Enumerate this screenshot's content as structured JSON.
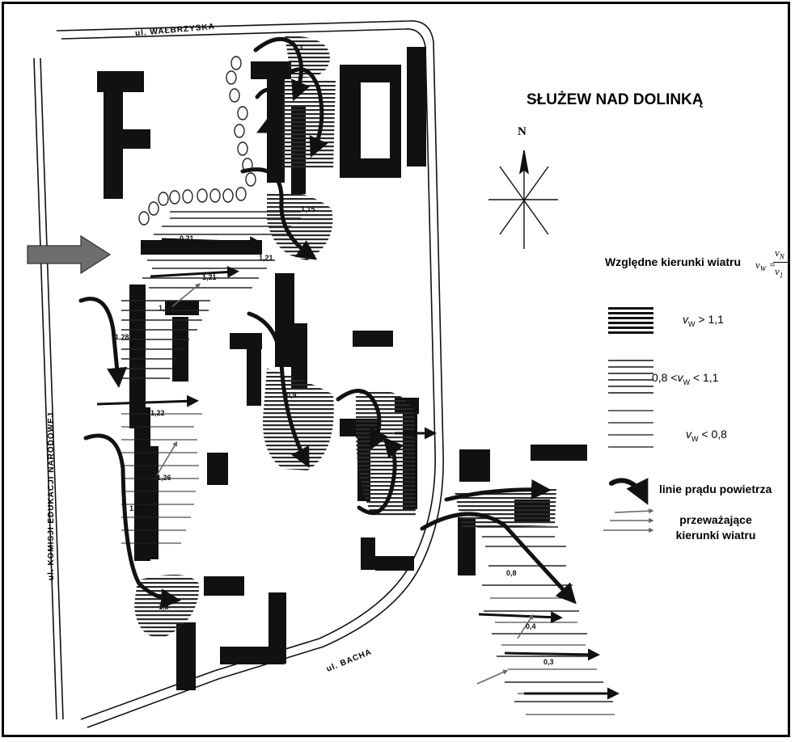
{
  "title": "SŁUŻEW NAD DOLINKĄ",
  "compass": {
    "north_label": "N",
    "icon": "compass-rose-icon"
  },
  "streets": {
    "north": "ul. WAŁBRZYSKA",
    "west": "ul. KOMISJI EDUKACJI NARODOWEJ",
    "south": "ul. BACHA"
  },
  "legend": {
    "title": "Względne kierunki wiatru",
    "formula": {
      "lhs": "v",
      "lhs_sub": "W",
      "eq": " =",
      "num": "v",
      "num_sub": "N",
      "den": "v",
      "den_sub": "1"
    },
    "high": {
      "label": "v",
      "sub": "W",
      "rest": " > 1,1"
    },
    "mid": {
      "pre": "0,8 <",
      "label": "v",
      "sub": "W",
      "rest": " < 1,1"
    },
    "low": {
      "label": "v",
      "sub": "W",
      "rest": " < 0,8"
    },
    "airflow": "linie prądu powietrza",
    "prevailing": "przeważające kierunki wiatru"
  },
  "measurements": [
    "1,3",
    "1,15",
    "0,21",
    "1,21",
    "1,21",
    "1,19",
    "1,28",
    "1,22",
    "1,26",
    "1,21",
    "1,3",
    "0,9",
    "0,8",
    "0,4",
    "0,3"
  ],
  "colors": {
    "ink": "#111111",
    "hatch": "#2a2a2a",
    "wind_arrow": "#6e6e6e",
    "background": "#ffffff"
  }
}
